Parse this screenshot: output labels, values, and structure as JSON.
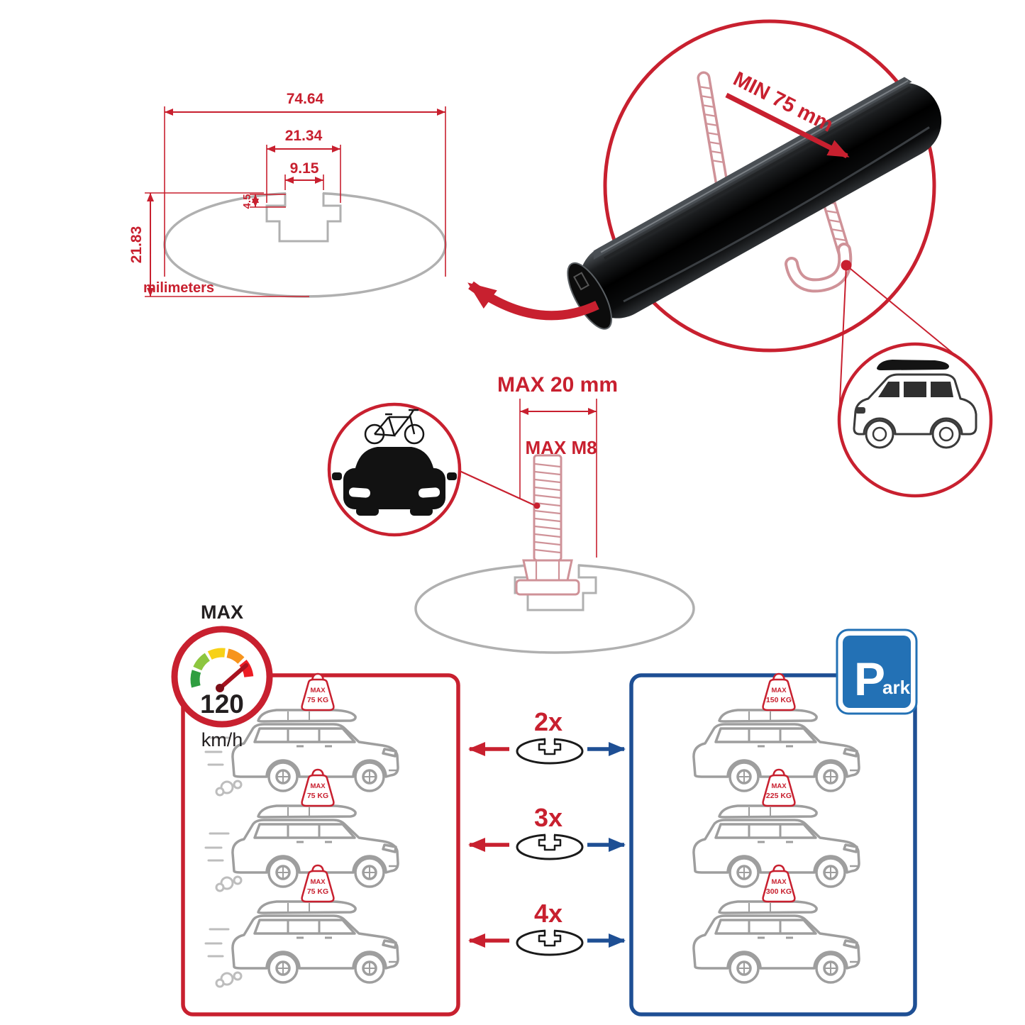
{
  "colors": {
    "red": "#c8202f",
    "panel_blue": "#1e4f94",
    "sign_blue": "#2371b5",
    "outline_gray": "#b0b0b0",
    "clamp_pink": "#cf9298",
    "bar_black": "#0a0b0c"
  },
  "profile_dimensions": {
    "total_width": "74.64",
    "channel_outer_width": "21.34",
    "channel_opening_width": "9.15",
    "lip_depth": "4.5",
    "total_height": "21.83",
    "units_label": "milimeters"
  },
  "bar_detail": {
    "clamp_clearance_label": "MIN 75 mm"
  },
  "bolt_detail": {
    "max_length_label": "MAX 20 mm",
    "max_thread_label": "MAX M8"
  },
  "speed_limit": {
    "label": "MAX",
    "value": "120",
    "unit": "km/h"
  },
  "parking_sign": {
    "letter": "P",
    "suffix": "ark"
  },
  "multipliers": [
    "2x",
    "3x",
    "4x"
  ],
  "driving_loads": [
    {
      "label": "MAX",
      "weight": "75 KG"
    },
    {
      "label": "MAX",
      "weight": "75 KG"
    },
    {
      "label": "MAX",
      "weight": "75 KG"
    }
  ],
  "parked_loads": [
    {
      "label": "MAX",
      "weight": "150 KG"
    },
    {
      "label": "MAX",
      "weight": "225 KG"
    },
    {
      "label": "MAX",
      "weight": "300 KG"
    }
  ]
}
